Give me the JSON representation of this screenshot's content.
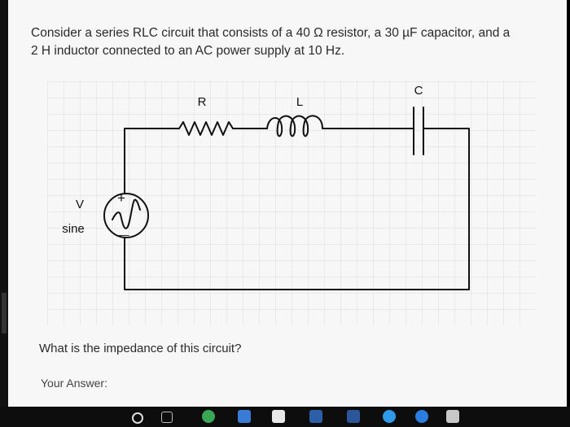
{
  "question": {
    "line1": "Consider a series RLC circuit that consists of a 40 Ω resistor, a 30 µF capacitor, and a",
    "line2": "2 H inductor connected to an AC power supply at 10 Hz."
  },
  "circuit": {
    "resistor_label": "R",
    "inductor_label": "L",
    "capacitor_label": "C",
    "source_label_v": "V",
    "source_label_sine": "sine",
    "plus_sign": "+",
    "minus_sign": "—"
  },
  "prompt": "What is the impedance of this circuit?",
  "answer_label": "Your Answer:",
  "colors": {
    "background": "#f7f7f7",
    "wire": "#111111",
    "frame": "#000000"
  },
  "taskbar_icons": [
    "cortana-icon",
    "task-view-icon",
    "chrome-icon",
    "file-explorer-icon",
    "store-icon",
    "mail-icon",
    "word-icon",
    "maps-icon",
    "photos-icon",
    "app-icon"
  ]
}
